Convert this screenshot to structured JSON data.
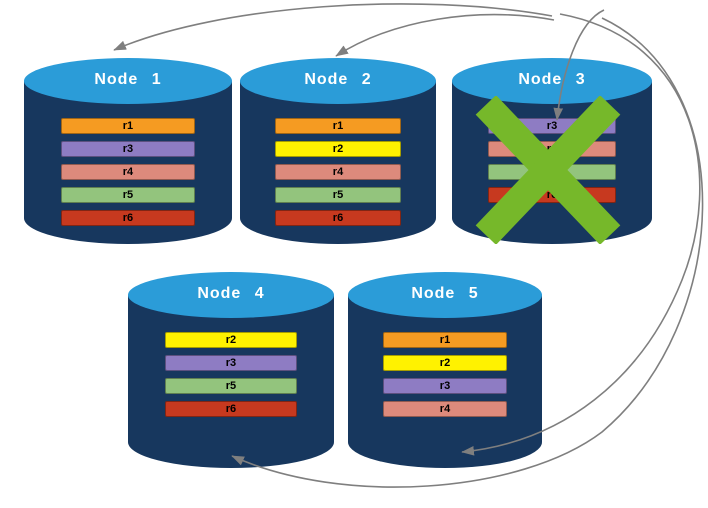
{
  "diagram": {
    "kind": "database-replication-diagram",
    "nodes": [
      {
        "id": "node-1",
        "title": "Node 1",
        "failed": false,
        "replicas": [
          {
            "label": "r1"
          },
          {
            "label": "r3"
          },
          {
            "label": "r4"
          },
          {
            "label": "r5"
          },
          {
            "label": "r6"
          }
        ]
      },
      {
        "id": "node-2",
        "title": "Node 2",
        "failed": false,
        "replicas": [
          {
            "label": "r1"
          },
          {
            "label": "r2"
          },
          {
            "label": "r4"
          },
          {
            "label": "r5"
          },
          {
            "label": "r6"
          }
        ]
      },
      {
        "id": "node-3",
        "title": "Node 3",
        "failed": true,
        "replicas": [
          {
            "label": "r3"
          },
          {
            "label": "r4"
          },
          {
            "label": "r5"
          },
          {
            "label": "r6"
          }
        ]
      },
      {
        "id": "node-4",
        "title": "Node 4",
        "failed": false,
        "replicas": [
          {
            "label": "r2"
          },
          {
            "label": "r3"
          },
          {
            "label": "r5"
          },
          {
            "label": "r6"
          }
        ]
      },
      {
        "id": "node-5",
        "title": "Node 5",
        "failed": false,
        "replicas": [
          {
            "label": "r1"
          },
          {
            "label": "r2"
          },
          {
            "label": "r3"
          },
          {
            "label": "r4"
          }
        ]
      }
    ],
    "replica_colors": {
      "r1": "#F59B22",
      "r2": "#FFF200",
      "r3": "#8E7CC3",
      "r4": "#DD8A7C",
      "r5": "#93C47D",
      "r6": "#C7391F"
    },
    "failure_mark": {
      "node": "node-3",
      "icon": "x-mark",
      "color": "#76B82A"
    },
    "arrows": [
      {
        "from": "node-3",
        "to": "node-1"
      },
      {
        "from": "node-3",
        "to": "node-2"
      },
      {
        "from": "node-3",
        "to": "node-3"
      },
      {
        "from": "node-3",
        "to": "node-5"
      },
      {
        "from": "node-3",
        "to": "node-4"
      }
    ],
    "style": {
      "cylinder_top_color": "#2B9CD8",
      "cylinder_body_color": "#17375E",
      "title_color": "#FFFFFF",
      "arrow_color": "#7F7F7F"
    }
  }
}
